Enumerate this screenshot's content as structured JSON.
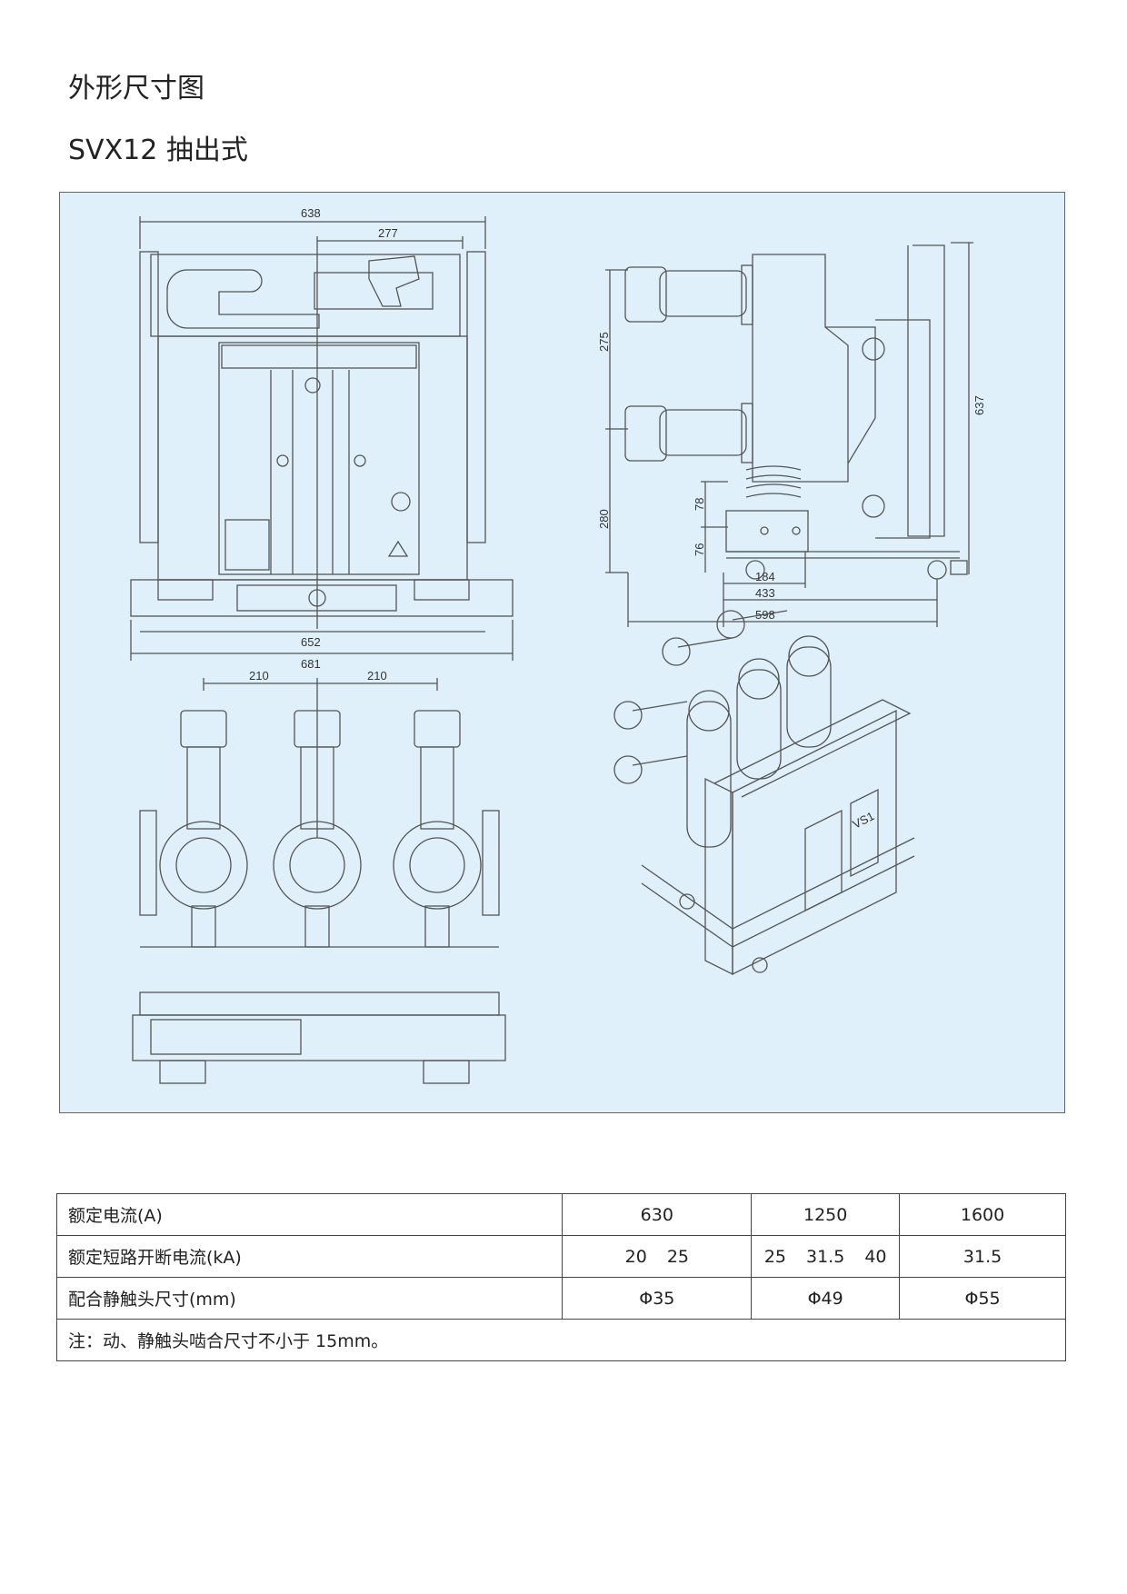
{
  "headings": {
    "title": "外形尺寸图",
    "subtitle": "SVX12 抽出式"
  },
  "figure": {
    "front_dims": [
      "638",
      "277",
      "652",
      "681"
    ],
    "side_dims": [
      "275",
      "637",
      "280",
      "78",
      "76",
      "184",
      "433",
      "598"
    ],
    "phase_dims": [
      "210",
      "210"
    ],
    "iso_label": "VS1"
  },
  "table": {
    "rows": [
      {
        "label": "额定电流(A)",
        "cells": [
          "630",
          "1250",
          "1600"
        ]
      },
      {
        "label": "额定短路开断电流(kA)",
        "cells": [
          [
            "20",
            "25"
          ],
          [
            "25",
            "31.5",
            "40"
          ],
          [
            "31.5"
          ]
        ]
      },
      {
        "label": "配合静触头尺寸(mm)",
        "cells": [
          "Φ35",
          "Φ49",
          "Φ55"
        ]
      }
    ],
    "note": "注：动、静触头啮合尺寸不小于 15mm。"
  },
  "colors": {
    "figure_bg": "#dff0fa",
    "line": "#555555"
  }
}
